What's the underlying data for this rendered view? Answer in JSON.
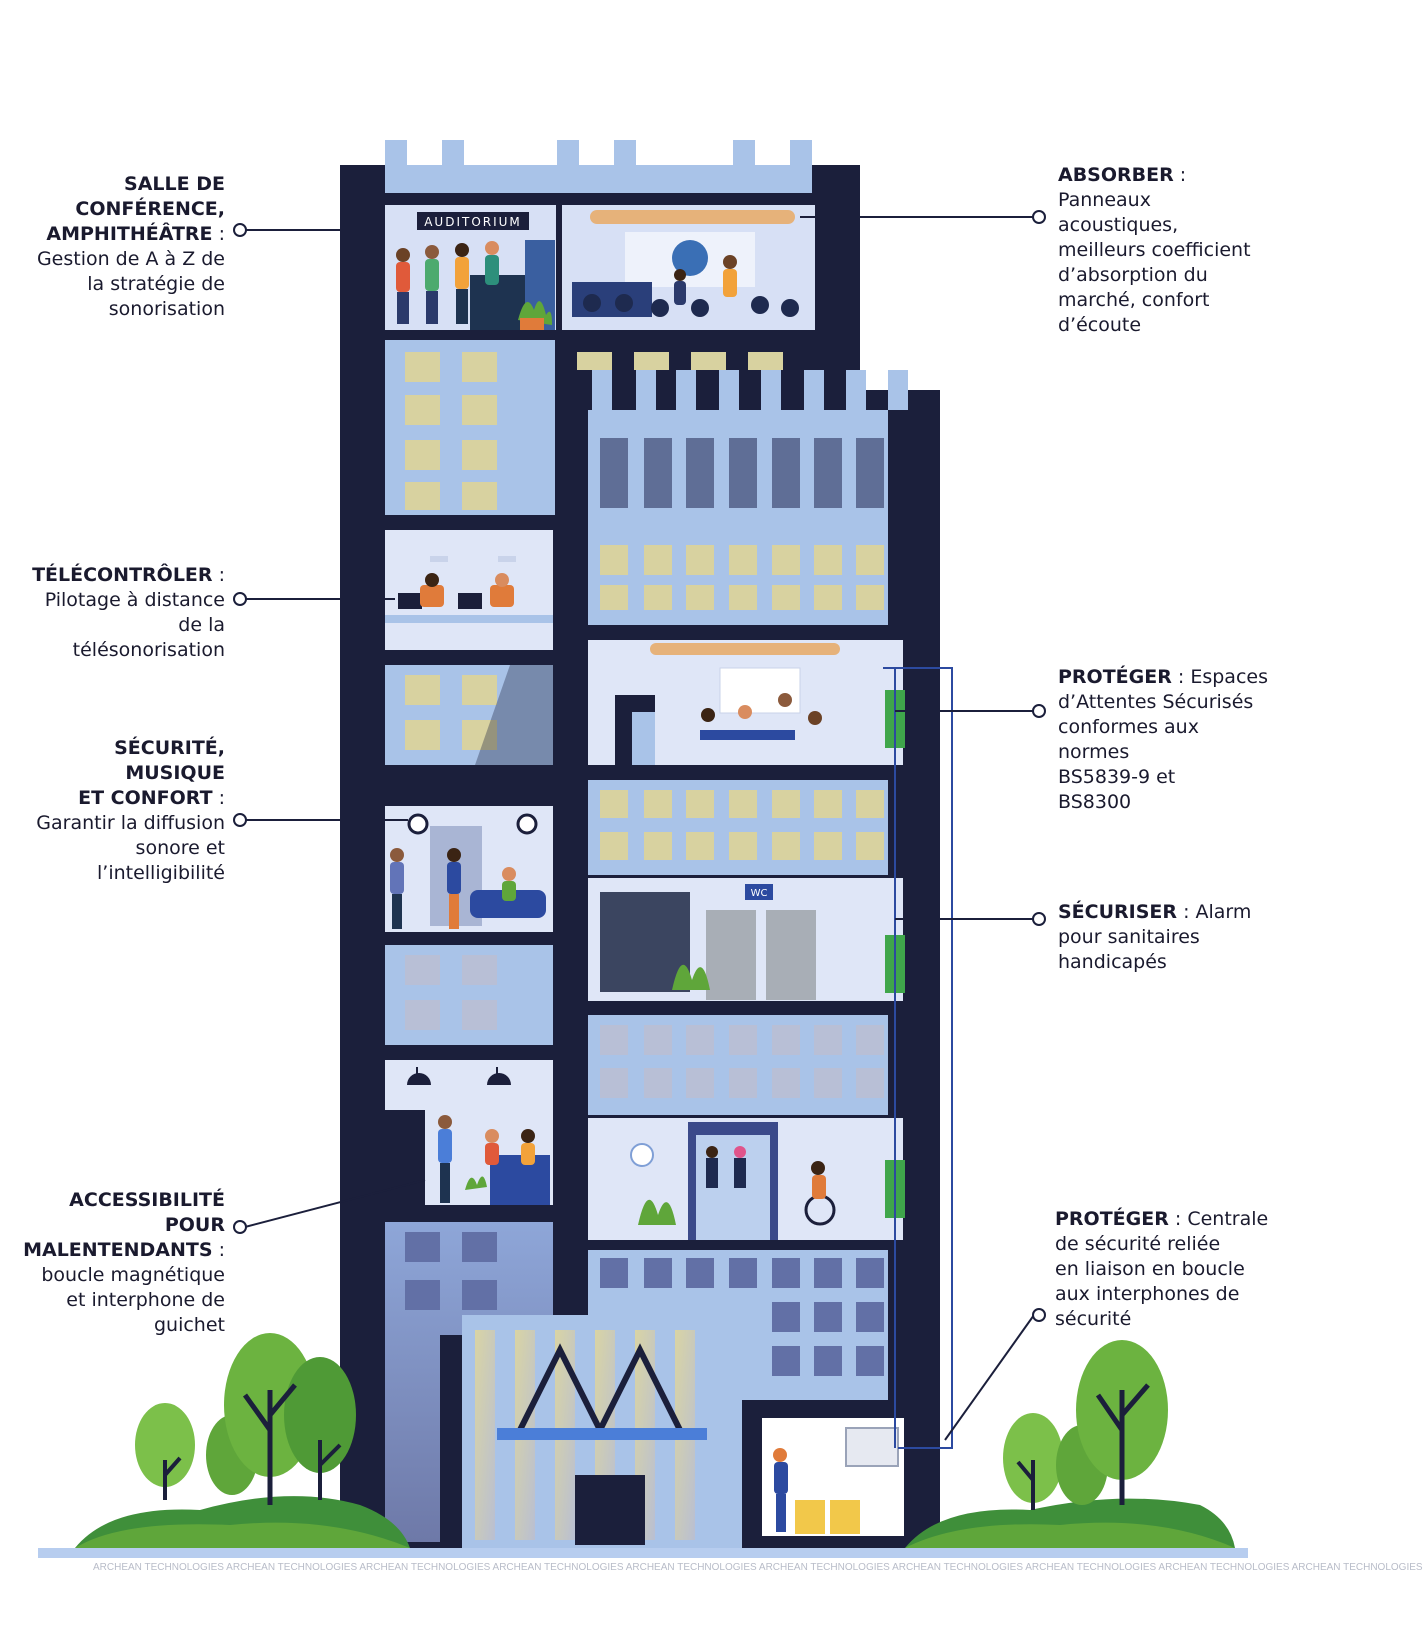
{
  "building": {
    "auditorium_sign": "AUDITORIUM",
    "wc_sign": "WC"
  },
  "annotations_left": [
    {
      "heading": "SALLE DE CONFÉRENCE, AMPHITHÉÂTRE",
      "sep": " :",
      "lines_head": [
        "SALLE DE",
        "CONFÉRENCE,",
        "AMPHITHÉÂTRE"
      ],
      "text_lines": [
        "Gestion de A à Z de",
        "la stratégie de",
        "sonorisation"
      ]
    },
    {
      "heading": "TÉLÉCONTRÔLER",
      "sep": " :",
      "lines_head": [
        "TÉLÉCONTRÔLER"
      ],
      "text_lines": [
        "Pilotage à distance",
        "de la",
        "télésonorisation"
      ]
    },
    {
      "heading": "SÉCURITÉ, MUSIQUE ET CONFORT",
      "sep": " :",
      "lines_head": [
        "SÉCURITÉ, MUSIQUE",
        "ET CONFORT"
      ],
      "text_lines": [
        "Garantir la diffusion",
        "sonore et",
        "l’intelligibilité"
      ]
    },
    {
      "heading": "ACCESSIBILITÉ POUR MALENTENDANTS",
      "sep": " :",
      "lines_head": [
        "ACCESSIBILITÉ POUR",
        "MALENTENDANTS"
      ],
      "text_lines": [
        "boucle magnétique",
        "et interphone de",
        "guichet"
      ]
    }
  ],
  "annotations_right": [
    {
      "heading": "ABSORBER",
      "sep": " :",
      "text_lines": [
        "Panneaux",
        "acoustiques,",
        "meilleurs coefficient",
        "d’absorption du",
        "marché, confort",
        "d’écoute"
      ]
    },
    {
      "heading": "PROTÉGER",
      "sep": " : Espaces",
      "text_lines": [
        "d’Attentes Sécurisés",
        "conformes aux",
        "normes",
        "BS5839-9 et",
        "BS8300"
      ]
    },
    {
      "heading": "SÉCURISER",
      "sep": " : Alarm",
      "text_lines": [
        "pour sanitaires",
        "handicapés"
      ]
    },
    {
      "heading": "PROTÉGER",
      "sep": "  : Centrale",
      "text_lines": [
        "de sécurité reliée",
        "en liaison en boucle",
        "aux interphones de",
        "sécurité"
      ]
    }
  ],
  "watermark": "ARCHEAN TECHNOLOGIES ARCHEAN TECHNOLOGIES ARCHEAN TECHNOLOGIES ARCHEAN TECHNOLOGIES ARCHEAN TECHNOLOGIES ARCHEAN TECHNOLOGIES ARCHEAN TECHNOLOGIES ARCHEAN TECHNOLOGIES ARCHEAN TECHNOLOGIES ARCHEAN TECHNOLOGIES",
  "colors": {
    "navy": "#1b1f3b",
    "light_blue": "#a9c3e8",
    "mid_blue": "#7f9fd6",
    "room_bg": "#d7e0f5",
    "window_yellow": "#d8d2a0",
    "green": "#5fa63a",
    "dark_green": "#3e7d2a",
    "ground": "#3f8f3a"
  }
}
